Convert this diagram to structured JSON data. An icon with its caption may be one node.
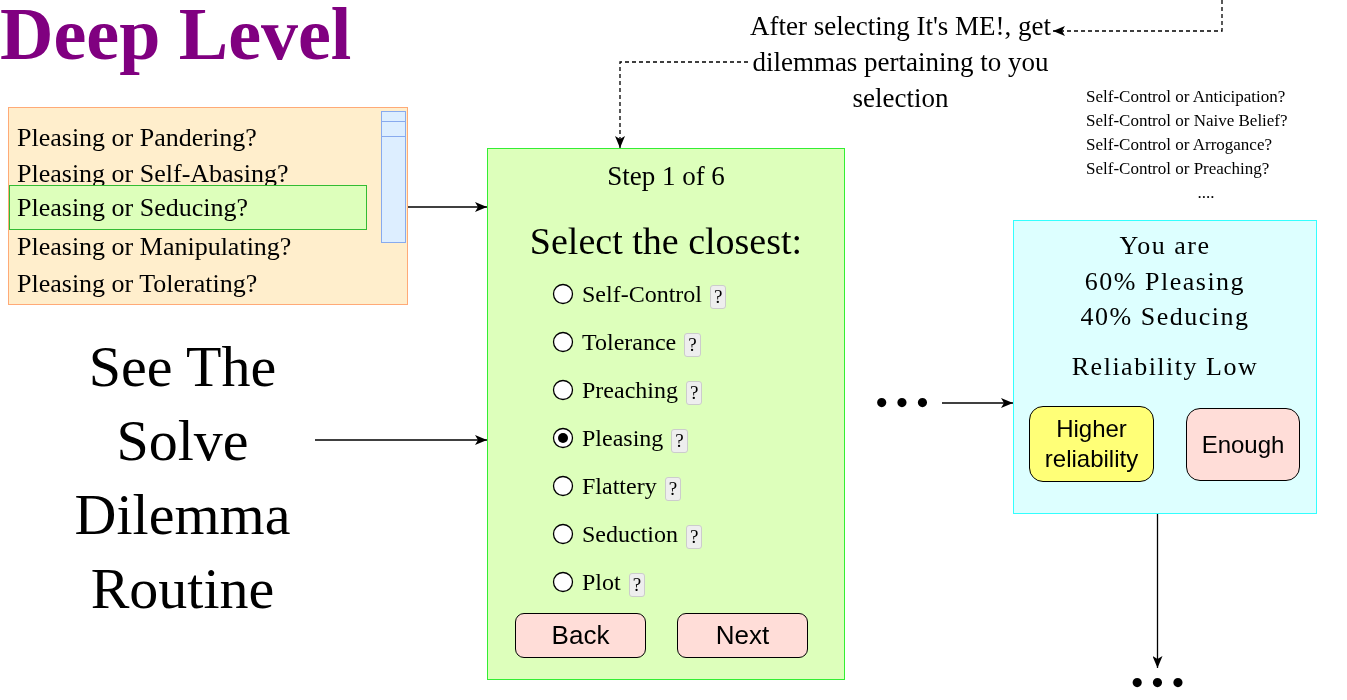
{
  "diagram": {
    "title": "Deep Level",
    "nodes": [
      {
        "text": [
          "Pleasing or Pandering?",
          "Pleasing or Self-Abasing?",
          "Pleasing or Manipulating?",
          "Pleasing or Tolerating?"
        ]
      },
      {
        "text": [
          "Pleasing or Seducing?"
        ],
        "in": 0
      },
      {
        "text": [
          "See The Solve Dilemma Routine"
        ]
      },
      {
        "text": [
          "After selecting It's ME!, get dilemmas pertaining to you selection"
        ]
      },
      {
        "text": [
          "Step 1 of 6",
          "Select the closest:",
          "Self-Control",
          "Tolerance",
          "Preaching",
          "Pleasing",
          "Flattery",
          "Seduction",
          "Plot"
        ]
      },
      {
        "text": [
          "?"
        ],
        "in": 4
      },
      {
        "text": [
          "?"
        ],
        "in": 4
      },
      {
        "text": [
          "?"
        ],
        "in": 4
      },
      {
        "text": [
          "?"
        ],
        "in": 4
      },
      {
        "text": [
          "?"
        ],
        "in": 4
      },
      {
        "text": [
          "?"
        ],
        "in": 4
      },
      {
        "text": [
          "?"
        ],
        "in": 4
      },
      {
        "text": [
          "Back"
        ],
        "in": 4
      },
      {
        "text": [
          "Next"
        ],
        "in": 4
      },
      {
        "text": [
          "• • •"
        ]
      },
      {
        "text": [
          "You are",
          "60% Pleasing",
          "40% Seducing",
          "Reliability Low"
        ]
      },
      {
        "text": [
          "Higher reliability"
        ],
        "in": 15
      },
      {
        "text": [
          "Enough"
        ],
        "in": 15
      },
      {
        "text": [
          "• • •"
        ]
      }
    ],
    "edges": [
      {
        "from": 0,
        "to": 4,
        "arrow": "to"
      },
      {
        "from": 2,
        "to": 4,
        "arrow": "to"
      },
      {
        "from": 14,
        "to": 15,
        "arrow": "to"
      },
      {
        "from": 15,
        "to": 18,
        "arrow": "to"
      },
      {
        "from": null,
        "to": 3,
        "arrow": "to",
        "style": "dashed"
      },
      {
        "from": 3,
        "to": 4,
        "arrow": "to",
        "style": "dashed"
      }
    ],
    "labels": [
      "Self-Control or Anticipation?",
      "Self-Control or Naive Belief?",
      "Self-Control or Arrogance?",
      "Self-Control or Preaching?",
      "...."
    ]
  }
}
